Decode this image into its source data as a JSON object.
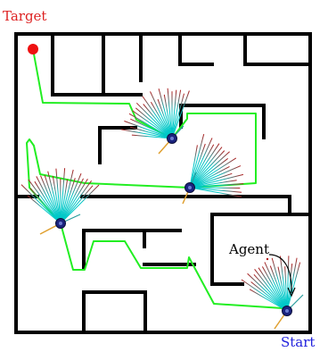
{
  "labels": {
    "target": "Target",
    "start": "Start",
    "agent": "Agent"
  },
  "colors": {
    "wall": "#000000",
    "path": "#22ee22",
    "target_marker": "#ee1111",
    "target_text": "#dd2222",
    "start_text": "#2222dd",
    "agent_body": "#1a237e",
    "rays_far": "#00c8c8",
    "rays_near": "#b01c1c",
    "heading": "#e0a030"
  },
  "icons": {
    "target": "red-dot-marker",
    "agent": "robot-disc-marker"
  }
}
